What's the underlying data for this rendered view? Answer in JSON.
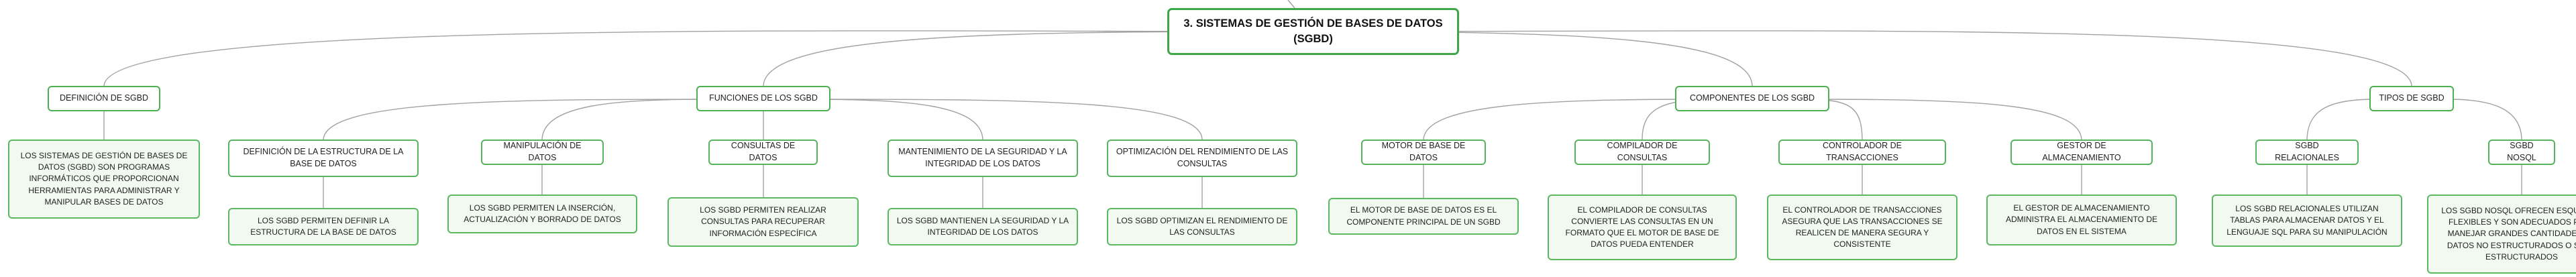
{
  "root": "3. SISTEMAS DE GESTIÓN DE BASES DE DATOS (SGBD)",
  "branches": [
    {
      "label": "DEFINICIÓN DE SGBD",
      "leaf": "LOS SISTEMAS DE GESTIÓN DE BASES DE DATOS (SGBD) SON PROGRAMAS INFORMÁTICOS QUE PROPORCIONAN HERRAMIENTAS PARA ADMINISTRAR Y MANIPULAR BASES DE DATOS"
    },
    {
      "label": "FUNCIONES DE LOS SGBD",
      "children": [
        {
          "label": "DEFINICIÓN DE LA ESTRUCTURA DE LA BASE DE DATOS",
          "leaf": "LOS SGBD PERMITEN DEFINIR LA ESTRUCTURA DE LA BASE DE DATOS"
        },
        {
          "label": "MANIPULACIÓN DE DATOS",
          "leaf": "LOS SGBD PERMITEN LA INSERCIÓN, ACTUALIZACIÓN Y BORRADO DE DATOS"
        },
        {
          "label": "CONSULTAS DE DATOS",
          "leaf": "LOS SGBD PERMITEN REALIZAR CONSULTAS PARA RECUPERAR INFORMACIÓN ESPECÍFICA"
        },
        {
          "label": "MANTENIMIENTO DE LA SEGURIDAD Y LA INTEGRIDAD DE LOS DATOS",
          "leaf": "LOS SGBD MANTIENEN LA SEGURIDAD Y LA INTEGRIDAD DE LOS DATOS"
        },
        {
          "label": "OPTIMIZACIÓN DEL RENDIMIENTO DE LAS CONSULTAS",
          "leaf": "LOS SGBD OPTIMIZAN EL RENDIMIENTO DE LAS CONSULTAS"
        }
      ]
    },
    {
      "label": "COMPONENTES DE LOS SGBD",
      "children": [
        {
          "label": "MOTOR DE BASE DE DATOS",
          "leaf": "EL MOTOR DE BASE DE DATOS ES EL COMPONENTE PRINCIPAL DE UN SGBD"
        },
        {
          "label": "COMPILADOR DE CONSULTAS",
          "leaf": "EL COMPILADOR DE CONSULTAS CONVIERTE LAS CONSULTAS EN UN FORMATO QUE EL MOTOR DE BASE DE DATOS PUEDA ENTENDER"
        },
        {
          "label": "CONTROLADOR DE TRANSACCIONES",
          "leaf": "EL CONTROLADOR DE TRANSACCIONES ASEGURA QUE LAS TRANSACCIONES SE REALICEN DE MANERA SEGURA Y CONSISTENTE"
        },
        {
          "label": "GESTOR DE ALMACENAMIENTO",
          "leaf": "EL GESTOR DE ALMACENAMIENTO ADMINISTRA EL ALMACENAMIENTO DE DATOS EN EL SISTEMA"
        }
      ]
    },
    {
      "label": "TIPOS DE SGBD",
      "children": [
        {
          "label": "SGBD RELACIONALES",
          "leaf": "LOS SGBD RELACIONALES UTILIZAN TABLAS PARA ALMACENAR DATOS Y EL LENGUAJE SQL PARA SU MANIPULACIÓN"
        },
        {
          "label": "SGBD NOSQL",
          "leaf": "LOS SGBD NOSQL OFRECEN ESQUEMAS FLEXIBLES Y SON ADECUADOS PARA MANEJAR GRANDES CANTIDADES DE DATOS NO ESTRUCTURADOS O SEMI-ESTRUCTURADOS"
        }
      ]
    }
  ]
}
